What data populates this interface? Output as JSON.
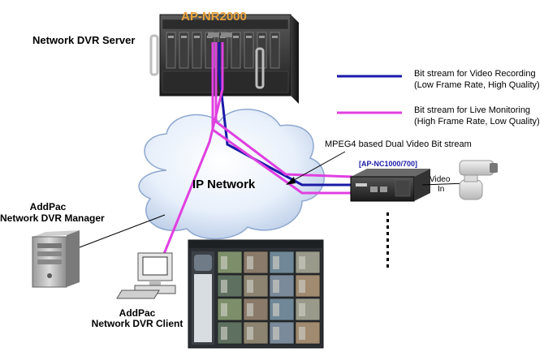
{
  "server": {
    "model": "AP-NR2000",
    "title": "Network DVR Server"
  },
  "legend": {
    "recording_line1": "Bit stream for Video Recording",
    "recording_line2": "(Low Frame Rate, High Quality)",
    "monitoring_line1": "Bit stream for Live Monitoring",
    "monitoring_line2": "(High Frame Rate, Low Quality)",
    "recording_color": "#1a1aa8",
    "monitoring_color": "#e040e0"
  },
  "cloud": {
    "label": "IP Network"
  },
  "stream_note": "MPEG4 based Dual Video Bit stream",
  "encoder": {
    "model": "[AP-NC1000/700]",
    "video_label_1": "Video",
    "video_label_2": "In"
  },
  "manager": {
    "line1": "AddPac",
    "line2": "Network DVR Manager"
  },
  "client": {
    "line1": "AddPac",
    "line2": "Network DVR Client"
  }
}
